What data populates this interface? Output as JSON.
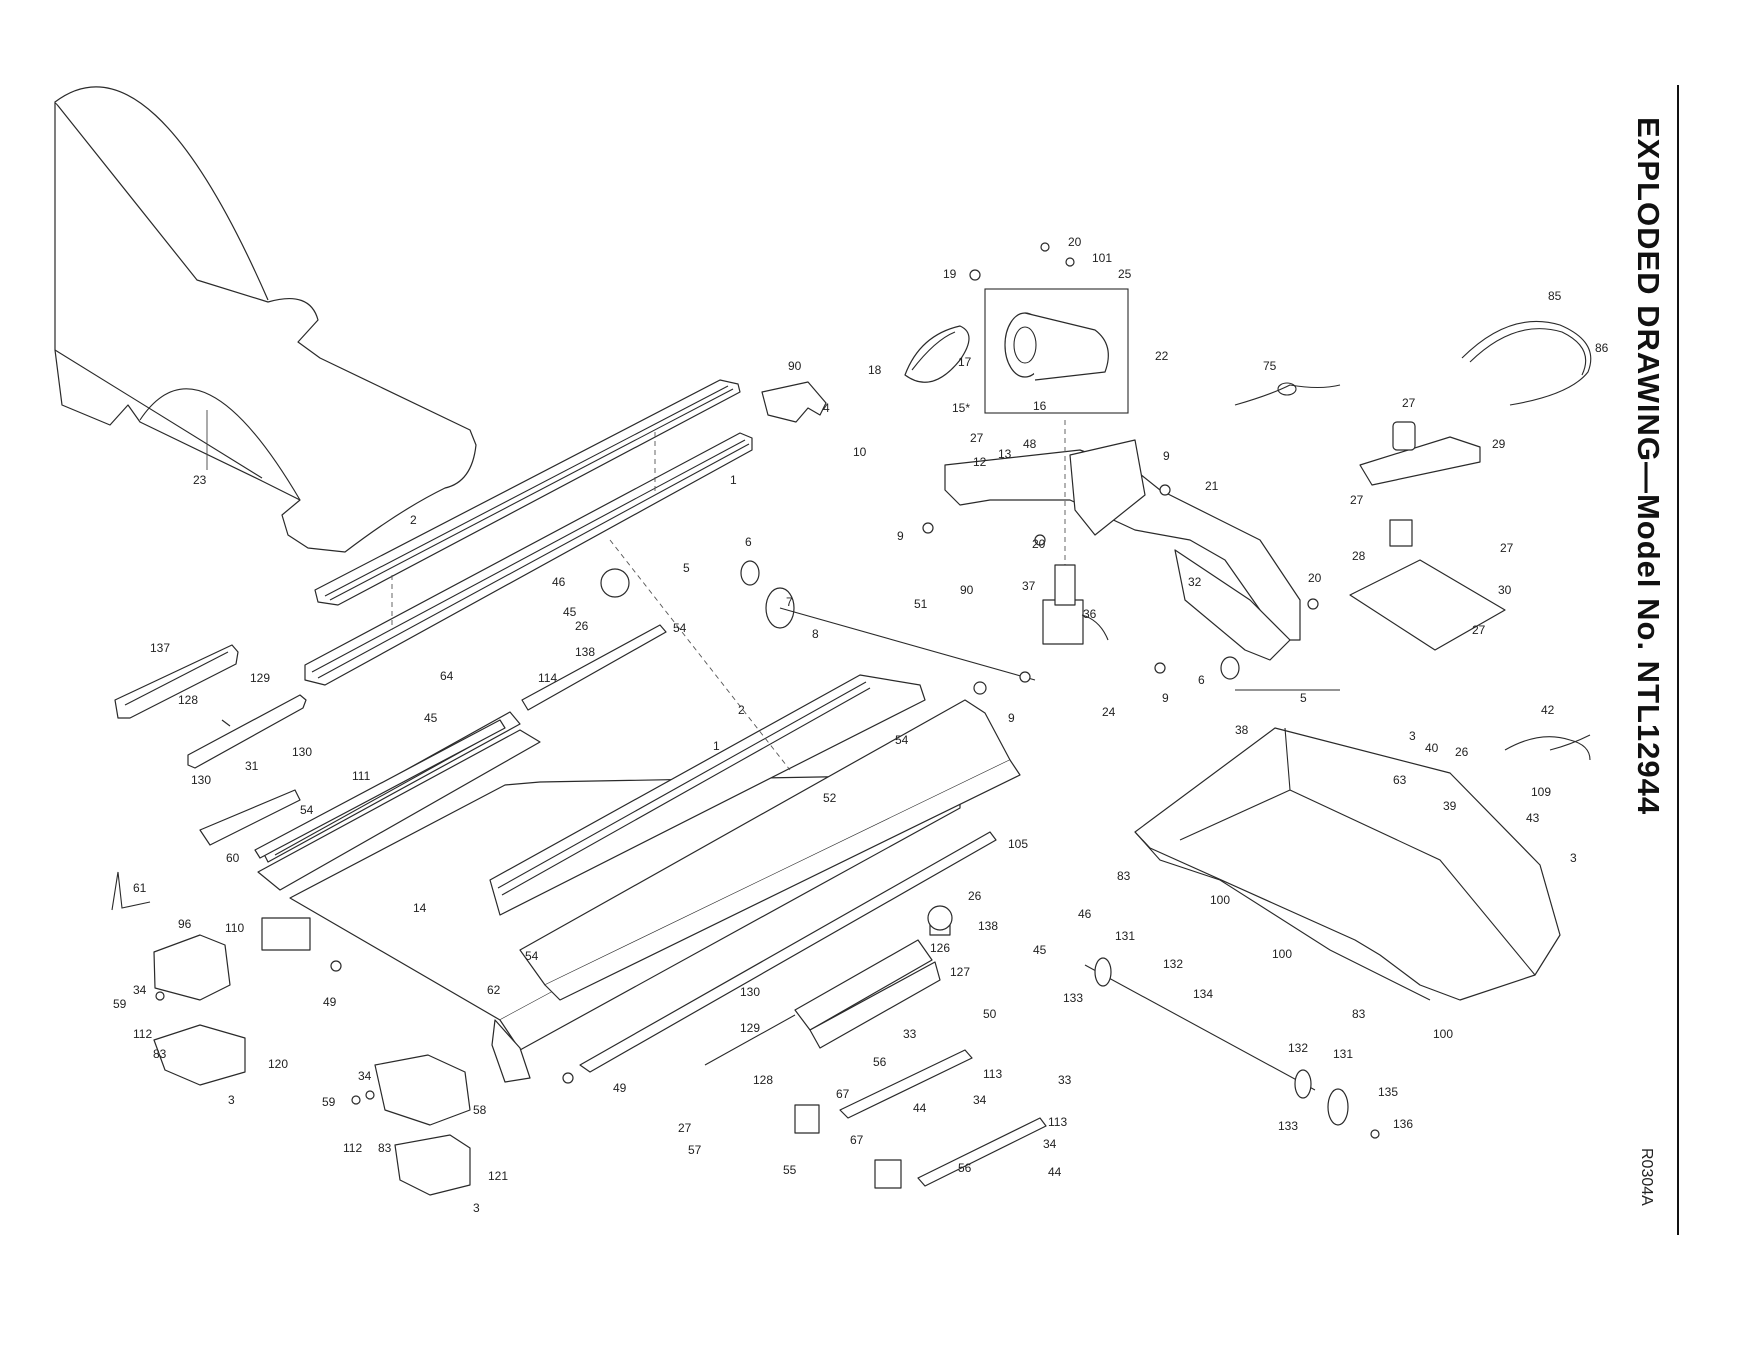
{
  "title": "EXPLODED DRAWING—Model No. NTL12944",
  "drawing_code": "R0304A",
  "labels": [
    {
      "id": "l-20a",
      "text": "20"
    },
    {
      "id": "l-101",
      "text": "101"
    },
    {
      "id": "l-25",
      "text": "25"
    },
    {
      "id": "l-19",
      "text": "19"
    },
    {
      "id": "l-85",
      "text": "85"
    },
    {
      "id": "l-86",
      "text": "86"
    },
    {
      "id": "l-90a",
      "text": "90"
    },
    {
      "id": "l-4",
      "text": "4"
    },
    {
      "id": "l-18",
      "text": "18"
    },
    {
      "id": "l-17",
      "text": "17"
    },
    {
      "id": "l-22",
      "text": "22"
    },
    {
      "id": "l-75",
      "text": "75"
    },
    {
      "id": "l-15",
      "text": "15*"
    },
    {
      "id": "l-16",
      "text": "16"
    },
    {
      "id": "l-27a",
      "text": "27"
    },
    {
      "id": "l-29",
      "text": "29"
    },
    {
      "id": "l-23",
      "text": "23"
    },
    {
      "id": "l-1a",
      "text": "1"
    },
    {
      "id": "l-10",
      "text": "10"
    },
    {
      "id": "l-27b",
      "text": "27"
    },
    {
      "id": "l-12",
      "text": "12"
    },
    {
      "id": "l-13",
      "text": "13"
    },
    {
      "id": "l-48",
      "text": "48"
    },
    {
      "id": "l-9a",
      "text": "9"
    },
    {
      "id": "l-21",
      "text": "21"
    },
    {
      "id": "l-27c",
      "text": "27"
    },
    {
      "id": "l-2a",
      "text": "2"
    },
    {
      "id": "l-9b",
      "text": "9"
    },
    {
      "id": "l-28",
      "text": "28"
    },
    {
      "id": "l-20b",
      "text": "20"
    },
    {
      "id": "l-27d",
      "text": "27"
    },
    {
      "id": "l-6a",
      "text": "6"
    },
    {
      "id": "l-5a",
      "text": "5"
    },
    {
      "id": "l-46a",
      "text": "46"
    },
    {
      "id": "l-37",
      "text": "37"
    },
    {
      "id": "l-32",
      "text": "32"
    },
    {
      "id": "l-20c",
      "text": "20"
    },
    {
      "id": "l-30",
      "text": "30"
    },
    {
      "id": "l-45a",
      "text": "45"
    },
    {
      "id": "l-7",
      "text": "7"
    },
    {
      "id": "l-51",
      "text": "51"
    },
    {
      "id": "l-90b",
      "text": "90"
    },
    {
      "id": "l-26a",
      "text": "26"
    },
    {
      "id": "l-36",
      "text": "36"
    },
    {
      "id": "l-27e",
      "text": "27"
    },
    {
      "id": "l-54a",
      "text": "54"
    },
    {
      "id": "l-8",
      "text": "8"
    },
    {
      "id": "l-137",
      "text": "137"
    },
    {
      "id": "l-138a",
      "text": "138"
    },
    {
      "id": "l-129a",
      "text": "129"
    },
    {
      "id": "l-114",
      "text": "114"
    },
    {
      "id": "l-6b",
      "text": "6"
    },
    {
      "id": "l-5b",
      "text": "5"
    },
    {
      "id": "l-64",
      "text": "64"
    },
    {
      "id": "l-2b",
      "text": "2"
    },
    {
      "id": "l-128a",
      "text": "128"
    },
    {
      "id": "l-45b",
      "text": "45"
    },
    {
      "id": "l-9c",
      "text": "9"
    },
    {
      "id": "l-24",
      "text": "24"
    },
    {
      "id": "l-9d",
      "text": "9"
    },
    {
      "id": "l-42",
      "text": "42"
    },
    {
      "id": "l-130a",
      "text": "130"
    },
    {
      "id": "l-31",
      "text": "31"
    },
    {
      "id": "l-38",
      "text": "38"
    },
    {
      "id": "l-1b",
      "text": "1"
    },
    {
      "id": "l-3a",
      "text": "3"
    },
    {
      "id": "l-40",
      "text": "40"
    },
    {
      "id": "l-26b",
      "text": "26"
    },
    {
      "id": "l-130b",
      "text": "130"
    },
    {
      "id": "l-111",
      "text": "111"
    },
    {
      "id": "l-54b",
      "text": "54"
    },
    {
      "id": "l-63",
      "text": "63"
    },
    {
      "id": "l-109",
      "text": "109"
    },
    {
      "id": "l-54c",
      "text": "54"
    },
    {
      "id": "l-52",
      "text": "52"
    },
    {
      "id": "l-39",
      "text": "39"
    },
    {
      "id": "l-43",
      "text": "43"
    },
    {
      "id": "l-60",
      "text": "60"
    },
    {
      "id": "l-105",
      "text": "105"
    },
    {
      "id": "l-3b",
      "text": "3"
    },
    {
      "id": "l-83a",
      "text": "83"
    },
    {
      "id": "l-61",
      "text": "61"
    },
    {
      "id": "l-100a",
      "text": "100"
    },
    {
      "id": "l-26c",
      "text": "26"
    },
    {
      "id": "l-46b",
      "text": "46"
    },
    {
      "id": "l-96",
      "text": "96"
    },
    {
      "id": "l-14",
      "text": "14"
    },
    {
      "id": "l-110",
      "text": "110"
    },
    {
      "id": "l-138b",
      "text": "138"
    },
    {
      "id": "l-131a",
      "text": "131"
    },
    {
      "id": "l-126",
      "text": "126"
    },
    {
      "id": "l-45c",
      "text": "45"
    },
    {
      "id": "l-100b",
      "text": "100"
    },
    {
      "id": "l-132a",
      "text": "132"
    },
    {
      "id": "l-54d",
      "text": "54"
    },
    {
      "id": "l-127",
      "text": "127"
    },
    {
      "id": "l-34a",
      "text": "34"
    },
    {
      "id": "l-49a",
      "text": "49"
    },
    {
      "id": "l-62",
      "text": "62"
    },
    {
      "id": "l-130c",
      "text": "130"
    },
    {
      "id": "l-133a",
      "text": "133"
    },
    {
      "id": "l-134",
      "text": "134"
    },
    {
      "id": "l-59a",
      "text": "59"
    },
    {
      "id": "l-50",
      "text": "50"
    },
    {
      "id": "l-83b",
      "text": "83"
    },
    {
      "id": "l-112a",
      "text": "112"
    },
    {
      "id": "l-129b",
      "text": "129"
    },
    {
      "id": "l-33a",
      "text": "33"
    },
    {
      "id": "l-100c",
      "text": "100"
    },
    {
      "id": "l-83c",
      "text": "83"
    },
    {
      "id": "l-132b",
      "text": "132"
    },
    {
      "id": "l-131b",
      "text": "131"
    },
    {
      "id": "l-120",
      "text": "120"
    },
    {
      "id": "l-56a",
      "text": "56"
    },
    {
      "id": "l-34b",
      "text": "34"
    },
    {
      "id": "l-49b",
      "text": "49"
    },
    {
      "id": "l-128b",
      "text": "128"
    },
    {
      "id": "l-113a",
      "text": "113"
    },
    {
      "id": "l-33b",
      "text": "33"
    },
    {
      "id": "l-3c",
      "text": "3"
    },
    {
      "id": "l-135",
      "text": "135"
    },
    {
      "id": "l-59b",
      "text": "59"
    },
    {
      "id": "l-67a",
      "text": "67"
    },
    {
      "id": "l-34c",
      "text": "34"
    },
    {
      "id": "l-58",
      "text": "58"
    },
    {
      "id": "l-44a",
      "text": "44"
    },
    {
      "id": "l-133b",
      "text": "133"
    },
    {
      "id": "l-136",
      "text": "136"
    },
    {
      "id": "l-112b",
      "text": "112"
    },
    {
      "id": "l-83d",
      "text": "83"
    },
    {
      "id": "l-27f",
      "text": "27"
    },
    {
      "id": "l-57",
      "text": "57"
    },
    {
      "id": "l-113b",
      "text": "113"
    },
    {
      "id": "l-67b",
      "text": "67"
    },
    {
      "id": "l-34d",
      "text": "34"
    },
    {
      "id": "l-121",
      "text": "121"
    },
    {
      "id": "l-55",
      "text": "55"
    },
    {
      "id": "l-56b",
      "text": "56"
    },
    {
      "id": "l-44b",
      "text": "44"
    },
    {
      "id": "l-3d",
      "text": "3"
    }
  ]
}
